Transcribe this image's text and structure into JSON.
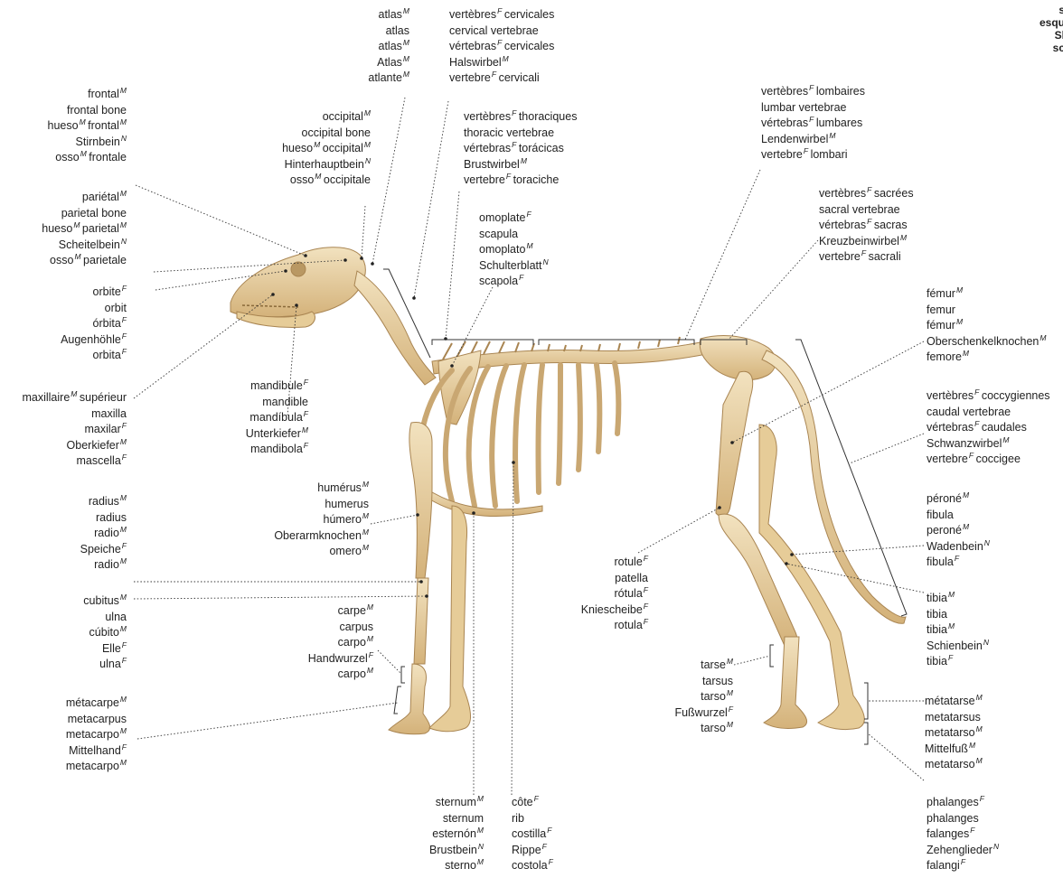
{
  "header_fragment": [
    "s",
    "",
    "esqu",
    "Sl",
    "sc"
  ],
  "labels": {
    "atlas": [
      "atlas|M",
      "atlas",
      "atlas|M",
      "Atlas|M",
      "atlante|M"
    ],
    "cervical": [
      "vertèbres|F|cervicales",
      "cervical vertebrae",
      "vértebras|F|cervicales",
      "Halswirbel|M",
      "vertebre|F|cervicali"
    ],
    "frontal": [
      "frontal|M",
      "frontal bone",
      "hueso|M|frontal|M",
      "Stirnbein|N",
      "osso|M|frontale"
    ],
    "occipital": [
      "occipital|M",
      "occipital bone",
      "hueso|M|occipital|M",
      "Hinterhauptbein|N",
      "osso|M|occipitale"
    ],
    "thoracic": [
      "vertèbres|F|thoraciques",
      "thoracic vertebrae",
      "vértebras|F|torácicas",
      "Brustwirbel|M",
      "vertebre|F|toraciche"
    ],
    "lumbar": [
      "vertèbres|F|lombaires",
      "lumbar vertebrae",
      "vértebras|F|lumbares",
      "Lendenwirbel|M",
      "vertebre|F|lombari"
    ],
    "sacral": [
      "vertèbres|F|sacrées",
      "sacral vertebrae",
      "vértebras|F|sacras",
      "Kreuzbeinwirbel|M",
      "vertebre|F|sacrali"
    ],
    "parietal": [
      "pariétal|M",
      "parietal bone",
      "hueso|M|parietal|M",
      "Scheitelbein|N",
      "osso|M|parietale"
    ],
    "scapula": [
      "omoplate|F",
      "scapula",
      "omoplato|M",
      "Schulterblatt|N",
      "scapola|F"
    ],
    "orbit": [
      "orbite|F",
      "orbit",
      "órbita|F",
      "Augenhöhle|F",
      "orbita|F"
    ],
    "femur": [
      "fémur|M",
      "femur",
      "fémur|M",
      "Oberschenkelknochen|M",
      "femore|M"
    ],
    "maxilla": [
      "maxillaire|M|supérieur",
      "maxilla",
      "maxilar|F",
      "Oberkiefer|M",
      "mascella|F"
    ],
    "mandible": [
      "mandibule|F",
      "mandible",
      "mandíbula|F",
      "Unterkiefer|M",
      "mandibola|F"
    ],
    "caudal": [
      "vertèbres|F|coccygiennes",
      "caudal vertebrae",
      "vértebras|F|caudales",
      "Schwanzwirbel|M",
      "vertebre|F|coccigee"
    ],
    "humerus": [
      "humérus|M",
      "humerus",
      "húmero|M",
      "Oberarmknochen|M",
      "omero|M"
    ],
    "radius": [
      "radius|M",
      "radius",
      "radio|M",
      "Speiche|F",
      "radio|M"
    ],
    "fibula": [
      "péroné|M",
      "fibula",
      "peroné|M",
      "Wadenbein|N",
      "fibula|F"
    ],
    "patella": [
      "rotule|F",
      "patella",
      "rótula|F",
      "Kniescheibe|F",
      "rotula|F"
    ],
    "ulna": [
      "cubitus|M",
      "ulna",
      "cúbito|M",
      "Elle|F",
      "ulna|F"
    ],
    "tibia": [
      "tibia|M",
      "tibia",
      "tibia|M",
      "Schienbein|N",
      "tibia|F"
    ],
    "carpus": [
      "carpe|M",
      "carpus",
      "carpo|M",
      "Handwurzel|F",
      "carpo|M"
    ],
    "tarsus": [
      "tarse|M",
      "tarsus",
      "tarso|M",
      "Fußwurzel|F",
      "tarso|M"
    ],
    "metatarsus": [
      "métatarse|M",
      "metatarsus",
      "metatarso|M",
      "Mittelfuß|M",
      "metatarso|M"
    ],
    "metacarpus": [
      "métacarpe|M",
      "metacarpus",
      "metacarpo|M",
      "Mittelhand|F",
      "metacarpo|M"
    ],
    "phalanges": [
      "phalanges|F",
      "phalanges",
      "falanges|F",
      "Zehenglieder|N",
      "falangi|F"
    ],
    "sternum": [
      "sternum|M",
      "sternum",
      "esternón|M",
      "Brustbein|N",
      "sterno|M"
    ],
    "rib": [
      "côte|F",
      "rib",
      "costilla|F",
      "Rippe|F",
      "costola|F"
    ]
  },
  "colors": {
    "bone": "#e9d3a6",
    "bone_shade": "#c9a772",
    "bone_edge": "#a98552",
    "leader": "#333333"
  }
}
